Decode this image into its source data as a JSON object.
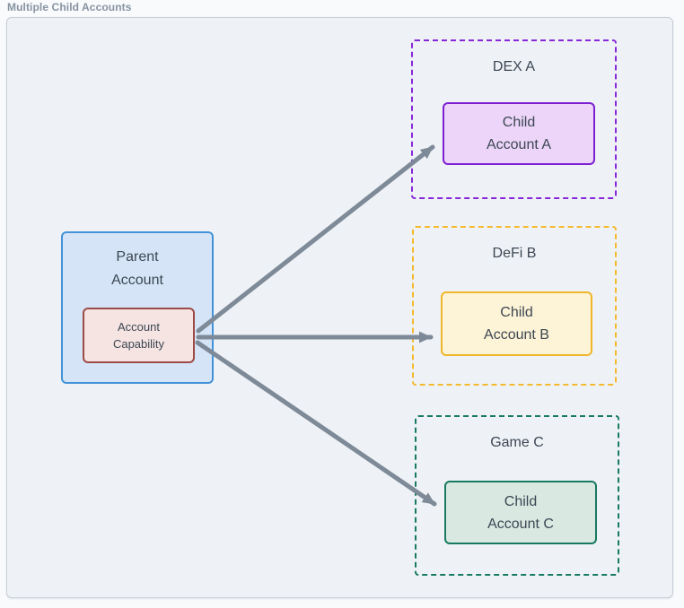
{
  "diagram_title": "Multiple Child Accounts",
  "parent": {
    "label_lines": [
      "Parent",
      "Account"
    ],
    "capability": {
      "label_lines": [
        "Account",
        "Capability"
      ]
    },
    "colors": {
      "fill": "#d5e5f7",
      "border": "#4392d8",
      "capability_fill": "#f5e4e2",
      "capability_border": "#9d4b47"
    }
  },
  "environments": [
    {
      "name": "DEX A",
      "child_label_lines": [
        "Child",
        "Account A"
      ],
      "colors": {
        "dashed_border": "#8627d8",
        "child_fill": "#ecd5f8",
        "child_border": "#7e1fd2"
      }
    },
    {
      "name": "DeFi B",
      "child_label_lines": [
        "Child",
        "Account B"
      ],
      "colors": {
        "dashed_border": "#f5b92d",
        "child_fill": "#fdf3d6",
        "child_border": "#f0b62a"
      }
    },
    {
      "name": "Game C",
      "child_label_lines": [
        "Child",
        "Account C"
      ],
      "colors": {
        "dashed_border": "#187a60",
        "child_fill": "#d9e8e1",
        "child_border": "#187a60"
      }
    }
  ],
  "style": {
    "arrow_color": "#7e8a98",
    "text_color": "#3d4754",
    "canvas_fill": "#eef2f6",
    "canvas_border": "#c7ced6",
    "title_color": "#8793a1"
  }
}
